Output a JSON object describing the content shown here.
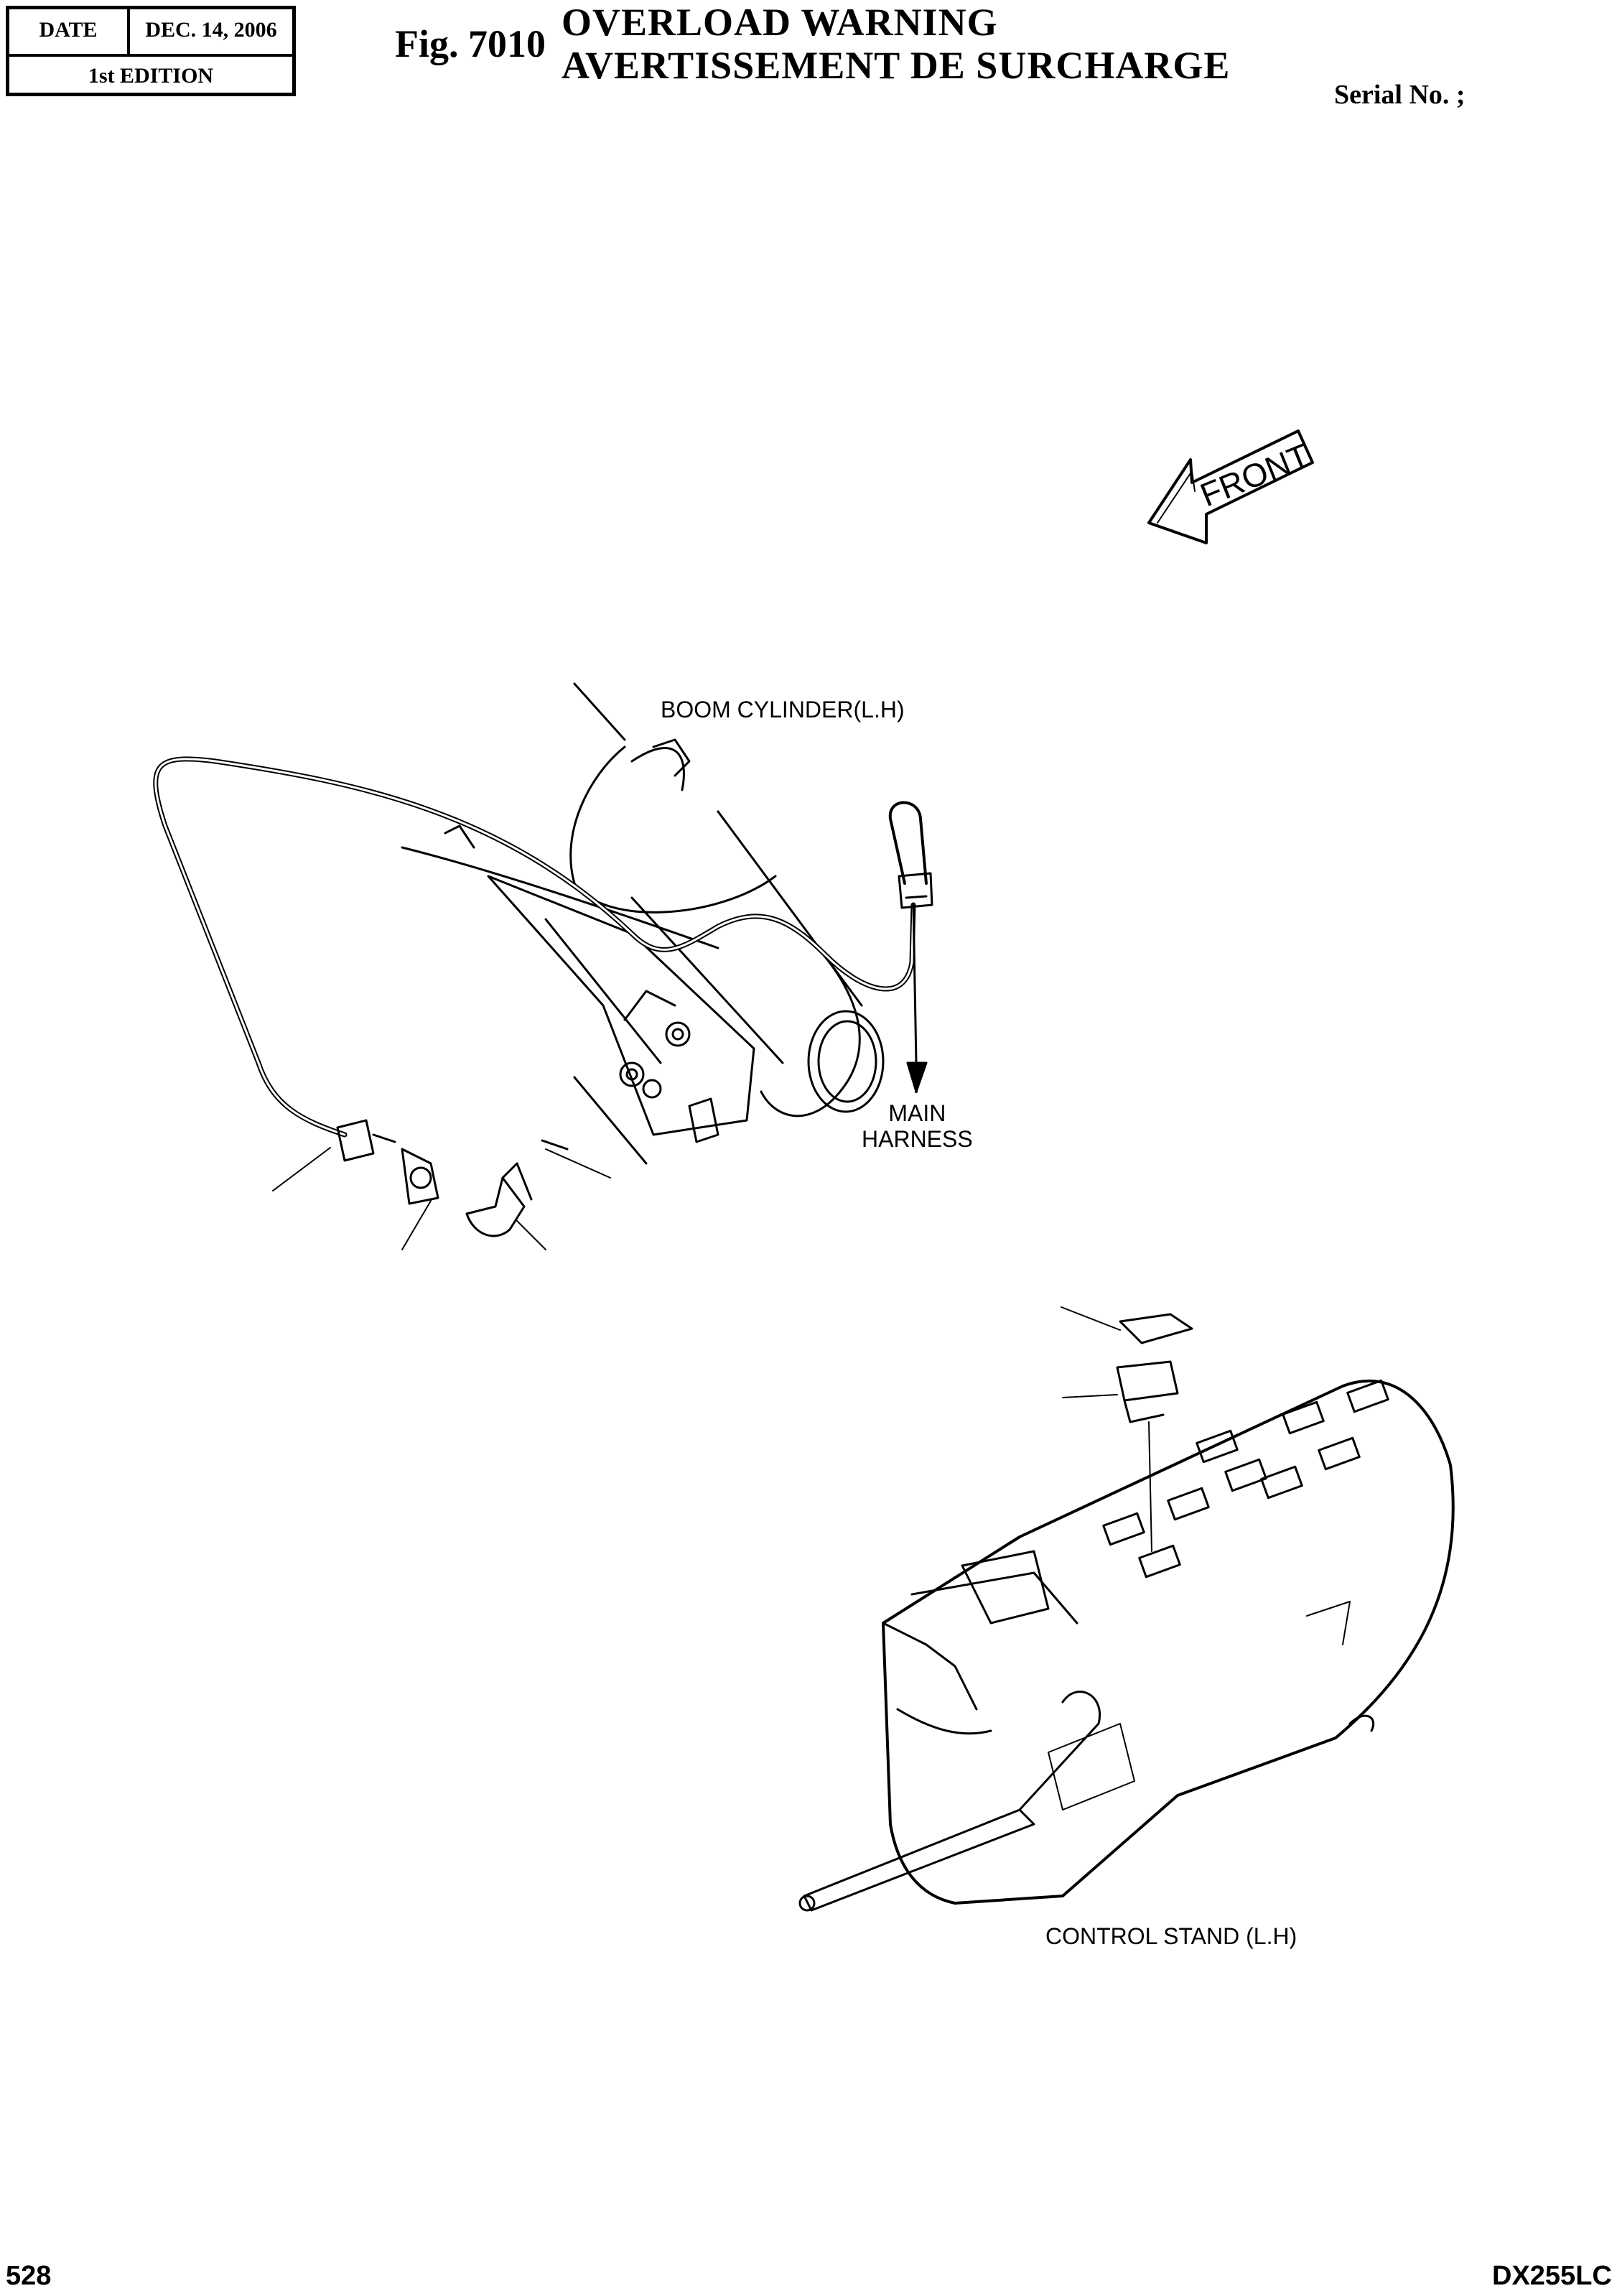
{
  "header": {
    "date_label": "DATE",
    "date_value": "DEC. 14, 2006",
    "edition": "1st EDITION"
  },
  "figure": {
    "number": "Fig. 7010",
    "title_en": "OVERLOAD WARNING",
    "title_fr": "AVERTISSEMENT DE SURCHARGE",
    "serial": "Serial No. ;"
  },
  "labels": {
    "front": "FRONT",
    "boom_cylinder": "BOOM CYLINDER(L.H)",
    "main_harness_line1": "MAIN",
    "main_harness_line2": "HARNESS",
    "control_stand": "CONTROL STAND (L.H)"
  },
  "footer": {
    "page": "528",
    "model": "DX255LC"
  }
}
